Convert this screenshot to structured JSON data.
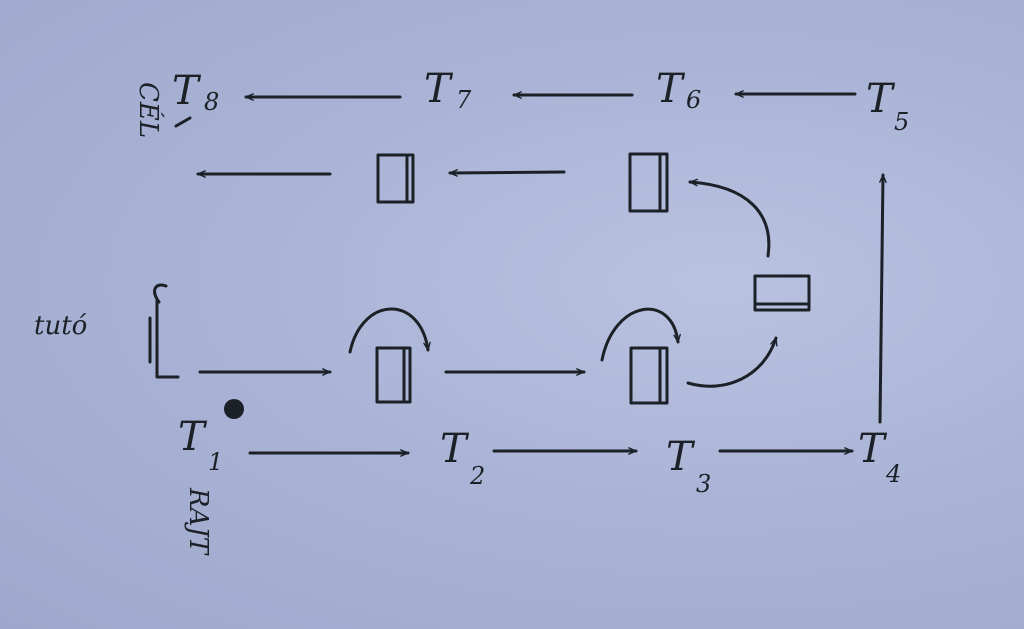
{
  "diagram": {
    "nodes": [
      {
        "id": "T1",
        "letter": "T",
        "index": "1"
      },
      {
        "id": "T2",
        "letter": "T",
        "index": "2"
      },
      {
        "id": "T3",
        "letter": "T",
        "index": "3"
      },
      {
        "id": "T4",
        "letter": "T",
        "index": "4"
      },
      {
        "id": "T5",
        "letter": "T",
        "index": "5"
      },
      {
        "id": "T6",
        "letter": "T",
        "index": "6"
      },
      {
        "id": "T7",
        "letter": "T",
        "index": "7"
      },
      {
        "id": "T8",
        "letter": "T",
        "index": "8"
      }
    ],
    "edges": [
      {
        "from": "T1",
        "to": "T2"
      },
      {
        "from": "T2",
        "to": "T3"
      },
      {
        "from": "T3",
        "to": "T4"
      },
      {
        "from": "T4",
        "to": "T5"
      },
      {
        "from": "T5",
        "to": "T6"
      },
      {
        "from": "T6",
        "to": "T7"
      },
      {
        "from": "T7",
        "to": "T8"
      }
    ],
    "labels": {
      "tuto": "tutó",
      "rajt": "RAJT",
      "cel": "CÉL"
    }
  },
  "colors": {
    "paper": "#aab4d6",
    "ink": "#1c2128"
  }
}
